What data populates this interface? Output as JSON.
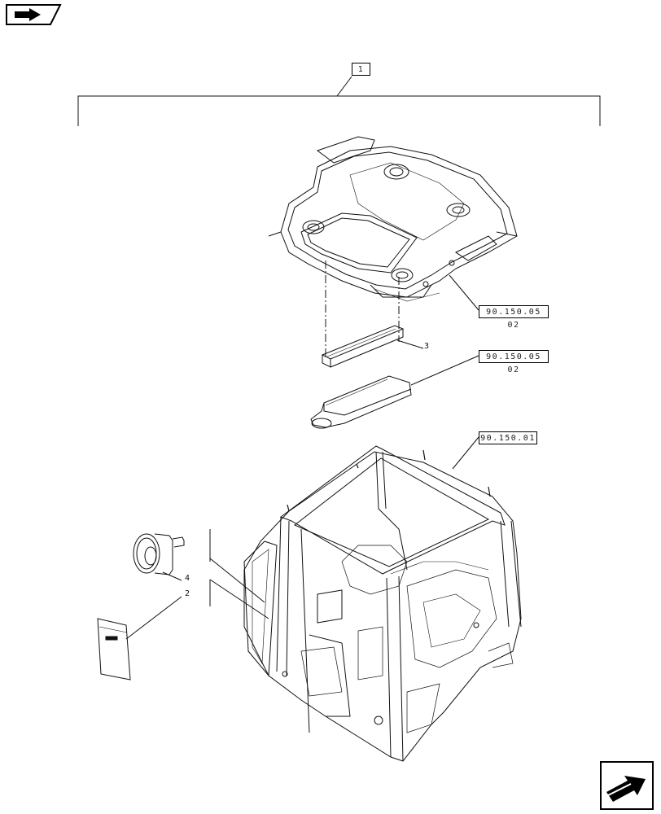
{
  "diagram": {
    "group_label": "1",
    "references": {
      "roof_ref": "90.150.05 02",
      "filter_ref": "90.150.05 02",
      "cab_ref": "90.150.01"
    },
    "callouts": {
      "item_2": "2",
      "item_3": "3",
      "item_4": "4"
    },
    "icons": {
      "top_left": "book-arrow-icon",
      "bottom_right": "next-page-arrow-icon"
    }
  }
}
